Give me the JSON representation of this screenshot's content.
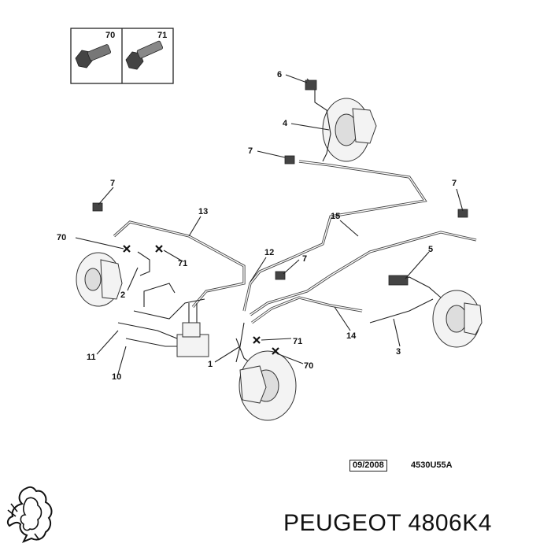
{
  "callouts": {
    "c70_box": "70",
    "c71_box": "71",
    "c6": "6",
    "c4": "4",
    "c7_top": "7",
    "c7_left": "7",
    "c13": "13",
    "c15": "15",
    "c7_right": "7",
    "c70_left": "70",
    "c71_left": "71",
    "c12": "12",
    "c7_mid": "7",
    "c5": "5",
    "c2": "2",
    "c11": "11",
    "c10": "10",
    "c1": "1",
    "c71_mid": "71",
    "c70_bottom": "70",
    "c14": "14",
    "c3": "3"
  },
  "footer": {
    "date_code": "09/2008",
    "ref_code": "4530U55A"
  },
  "caption": "PEUGEOT 4806K4",
  "colors": {
    "line": "#222222",
    "pipe": "#444444",
    "background": "#ffffff"
  }
}
